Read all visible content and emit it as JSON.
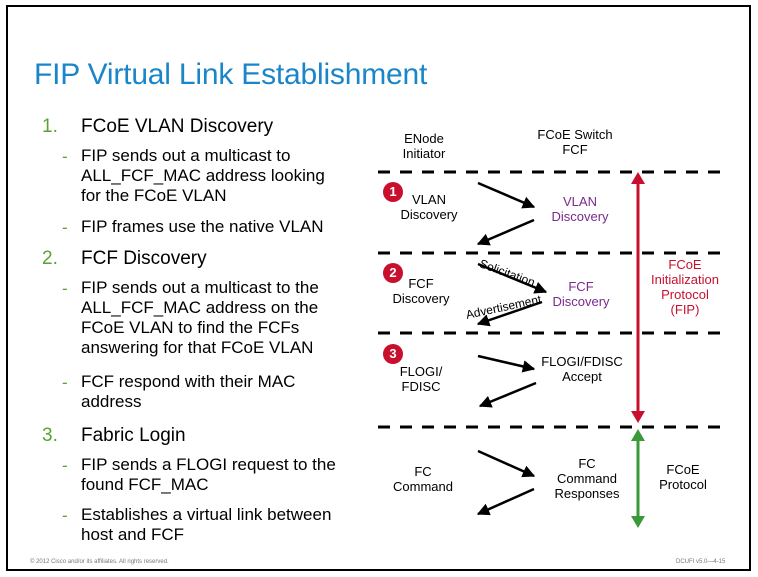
{
  "title": "FIP Virtual Link Establishment",
  "outline": {
    "items": [
      {
        "number": "1.",
        "label": "FCoE VLAN Discovery",
        "subs": [
          [
            "FIP sends out a multicast to",
            "ALL_FCF_MAC address looking",
            "for the FCoE VLAN"
          ],
          [
            "FIP frames use the native VLAN"
          ]
        ]
      },
      {
        "number": "2.",
        "label": "FCF Discovery",
        "subs": [
          [
            "FIP sends out a multicast to the",
            "ALL_FCF_MAC address on the",
            "FCoE VLAN to find the FCFs",
            "answering for that FCoE VLAN"
          ],
          [
            "FCF respond with their MAC",
            "address"
          ]
        ]
      },
      {
        "number": "3.",
        "label": "Fabric Login",
        "subs": [
          [
            "FIP sends a FLOGI request to the",
            "found FCF_MAC"
          ],
          [
            "Establishes a virtual link between",
            "host and FCF"
          ]
        ]
      }
    ],
    "dash": "-"
  },
  "diagram": {
    "enode": [
      "ENode",
      "Initiator"
    ],
    "fcf": [
      "FCoE Switch",
      "FCF"
    ],
    "steps": [
      {
        "badge": "1",
        "left": [
          "VLAN",
          "Discovery"
        ],
        "right": [
          "VLAN",
          "Discovery"
        ]
      },
      {
        "badge": "2",
        "left": [
          "FCF",
          "Discovery"
        ],
        "right": [
          "FCF",
          "Discovery"
        ],
        "solicitation": "Solicitation",
        "advertisement": "Advertisement"
      },
      {
        "badge": "3",
        "left": [
          "FLOGI/",
          "FDISC"
        ],
        "right": [
          "FLOGI/FDISC",
          "Accept"
        ]
      },
      {
        "left": [
          "FC",
          "Command"
        ],
        "right": [
          "FC",
          "Command",
          "Responses"
        ]
      }
    ],
    "fip_label": [
      "FCoE",
      "Initialization",
      "Protocol",
      "(FIP)"
    ],
    "fcoe_label": [
      "FCoE",
      "Protocol"
    ],
    "colors": {
      "fip_arrow": "#c8102e",
      "fcoe_arrow": "#3a9a3a",
      "title": "#1a86c9",
      "purple": "#7a2a8c",
      "green_numbers": "#5aa332"
    }
  },
  "footer": {
    "copyright": "© 2012 Cisco and/or its affiliates. All rights reserved.",
    "course": "DCUFI v5.0—4-15"
  }
}
